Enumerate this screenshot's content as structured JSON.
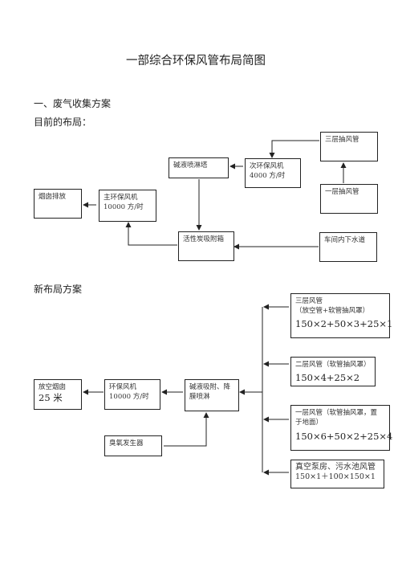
{
  "title": "一部综合环保风管布局简图",
  "section1": {
    "heading": "一、废气收集方案",
    "subheading": "目前的布局："
  },
  "current": {
    "chimney": "烟囱排放",
    "main_fan": {
      "line1": "主环保风机",
      "line2": "10000 方/时"
    },
    "alkali_tower": "碱液喷淋塔",
    "sub_fan": {
      "line1": "次环保风机",
      "line2": "4000 方/时"
    },
    "third_floor": "三层抽风管",
    "first_floor": "一层抽风管",
    "carbon_box": "活性炭吸附箱",
    "workshop_drain": "车间内下水道"
  },
  "section2": {
    "heading": "新布局方案"
  },
  "new_layout": {
    "third_floor": {
      "line1": "三层风管",
      "line2": "（放空管+软管抽风罩）",
      "formula": "150×2+50×3+25×1"
    },
    "second_floor": {
      "line1": "二层风管（软管抽风罩）",
      "formula": "150×4+25×2"
    },
    "first_floor": {
      "line1": "一层风管（软管抽风罩，置",
      "line2": "于地面）",
      "formula": "150×6+50×2+25×4"
    },
    "vacuum_pump": {
      "line1": "真空泵房、污水池风管",
      "formula": "150×1＋100×150×1"
    },
    "vent_chimney": {
      "line1": "放空烟囱",
      "line2": "25 米"
    },
    "env_fan": {
      "line1": "环保风机",
      "line2": "10000 方/时"
    },
    "alkali_membrane": {
      "line1": "碱液吸附、降",
      "line2": "膜喷淋"
    },
    "ozone": "臭氧发生器"
  }
}
